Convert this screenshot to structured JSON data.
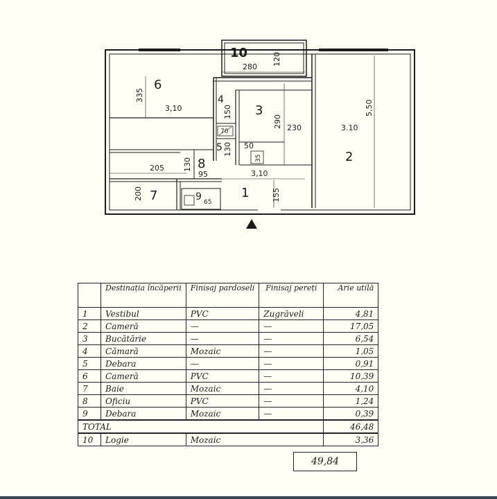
{
  "plan": {
    "rooms": {
      "r1": "1",
      "r2": "2",
      "r3": "3",
      "r4": "4",
      "r5": "5",
      "r6": "6",
      "r7": "7",
      "r8": "8",
      "r9": "9",
      "r10": "10"
    },
    "dims": {
      "d335": "335",
      "d310a": "3,10",
      "d280": "280",
      "d120": "120",
      "d550": "5,50",
      "d310b": "3.10",
      "d230": "230",
      "d290": "290",
      "d150": "150",
      "d70": "70",
      "d130a": "130",
      "d50": "50",
      "d35": "35",
      "d205": "205",
      "d130b": "130",
      "d95": "95",
      "d310c": "3,10",
      "d200": "200",
      "d65": "65",
      "d155": "155"
    }
  },
  "table": {
    "headers": {
      "destinatia": "Destinația încăperii",
      "pardoseli": "Finisaj pardoseli",
      "pereti": "Finisaj pereți",
      "arie": "Arie utilă"
    },
    "rows": [
      {
        "nr": "1",
        "dest": "Vestibul",
        "pard": "PVC",
        "per": "Zugrăveli",
        "arie": "4,81"
      },
      {
        "nr": "2",
        "dest": "Cameră",
        "pard": "—",
        "per": "—",
        "arie": "17,05"
      },
      {
        "nr": "3",
        "dest": "Bucătărie",
        "pard": "—",
        "per": "—",
        "arie": "6,54"
      },
      {
        "nr": "4",
        "dest": "Cămară",
        "pard": "Mozaic",
        "per": "—",
        "arie": "1,05"
      },
      {
        "nr": "5",
        "dest": "Debara",
        "pard": "—",
        "per": "—",
        "arie": "0,91"
      },
      {
        "nr": "6",
        "dest": "Cameră",
        "pard": "PVC",
        "per": "—",
        "arie": "10,39"
      },
      {
        "nr": "7",
        "dest": "Baie",
        "pard": "Mozaic",
        "per": "—",
        "arie": "4,10"
      },
      {
        "nr": "8",
        "dest": "Oficiu",
        "pard": "PVC",
        "per": "—",
        "arie": "1,24"
      },
      {
        "nr": "9",
        "dest": "Debara",
        "pard": "Mozaic",
        "per": "—",
        "arie": "0,39"
      }
    ],
    "total_label": "TOTAL",
    "total_value": "46,48",
    "logie": {
      "nr": "10",
      "dest": "Logie",
      "pard": "Mozaic",
      "arie": "3,36"
    },
    "grand_total": "49,84"
  }
}
